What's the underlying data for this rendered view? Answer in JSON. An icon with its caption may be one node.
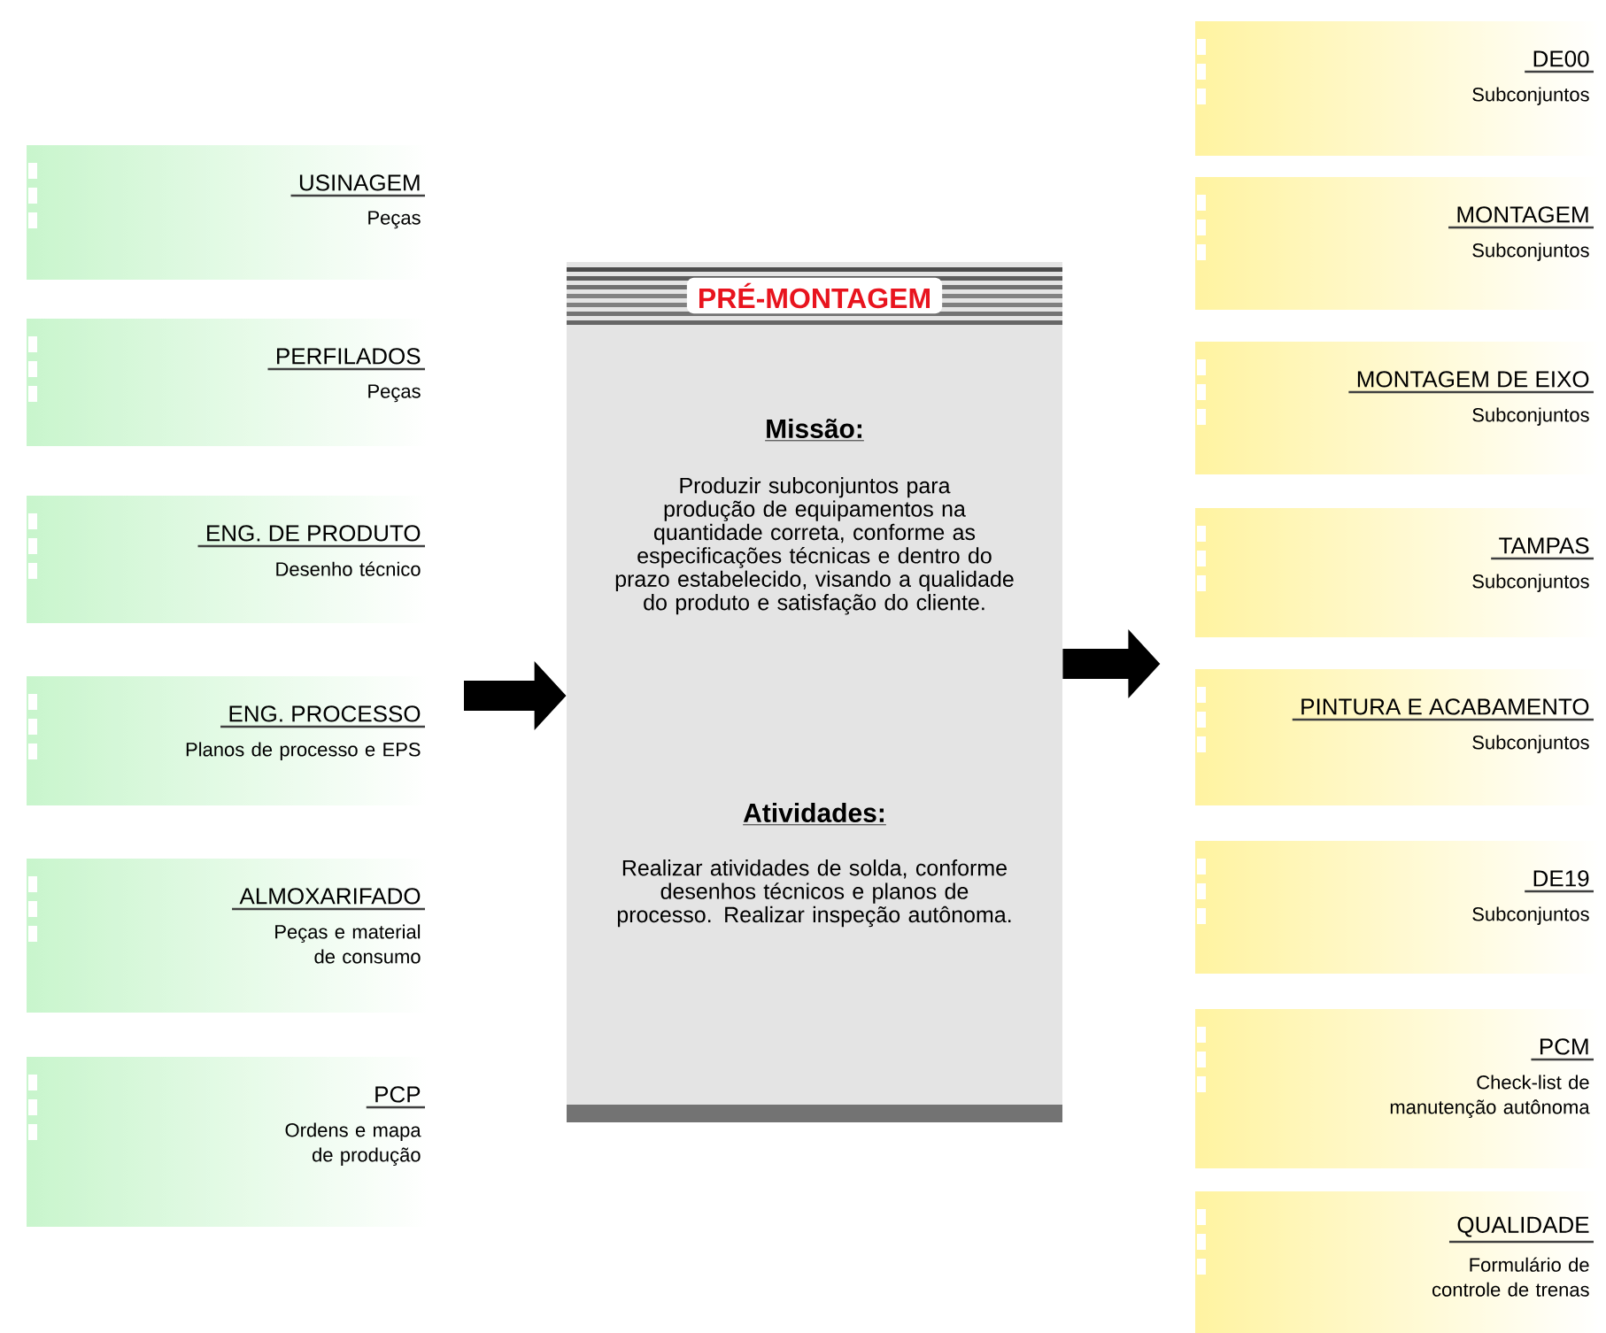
{
  "diagram": {
    "nodes": [
      {
        "text": [
          "USINAGEM",
          "Peças"
        ]
      },
      {
        "text": [
          "PERFILADOS",
          "Peças"
        ]
      },
      {
        "text": [
          "ENG. DE PRODUTO",
          "Desenho técnico"
        ]
      },
      {
        "text": [
          "ENG. PROCESSO",
          "Planos de processo e EPS"
        ]
      },
      {
        "text": [
          "ALMOXARIFADO",
          "Peças e material de consumo"
        ]
      },
      {
        "text": [
          "PCP",
          "Ordens e mapa de produção"
        ]
      },
      {
        "text": [
          "PRÉ-MONTAGEM",
          "Missão:",
          "Produzir subconjuntos para produção de equipamentos na quantidade correta, conforme as especificações técnicas e dentro do prazo estabelecido, visando a qualidade do produto e satisfação do cliente.",
          "Atividades:",
          "Realizar atividades de solda, conforme desenhos técnicos e planos de processo. Realizar inspeção autônoma."
        ]
      },
      {
        "text": [
          "DE00",
          "Subconjuntos"
        ]
      },
      {
        "text": [
          "MONTAGEM",
          "Subconjuntos"
        ]
      },
      {
        "text": [
          "MONTAGEM DE EIXO",
          "Subconjuntos"
        ]
      },
      {
        "text": [
          "TAMPAS",
          "Subconjuntos"
        ]
      },
      {
        "text": [
          "PINTURA E ACABAMENTO",
          "Subconjuntos"
        ]
      },
      {
        "text": [
          "DE19",
          "Subconjuntos"
        ]
      },
      {
        "text": [
          "PCM",
          "Check-list de manutenção autônoma"
        ]
      },
      {
        "text": [
          "QUALIDADE",
          "Formulário de controle de trenas"
        ]
      }
    ],
    "edges": [
      {
        "from": null,
        "to": 6,
        "arrow": "to"
      },
      {
        "from": 6,
        "to": null,
        "arrow": "to"
      }
    ]
  }
}
